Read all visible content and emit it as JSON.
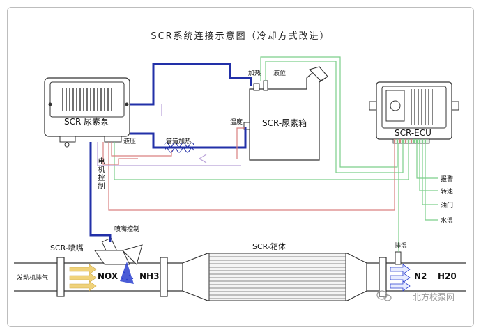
{
  "diagram": {
    "title": "SCR系统连接示意图（冷却方式改进）",
    "components": {
      "pump": "SCR-尿素泵",
      "tank": "SCR-尿素箱",
      "ecu": "SCR-ECU",
      "nozzle": "SCR-喷嘴",
      "catalyst": "SCR-箱体"
    },
    "labels": {
      "heating": "加热",
      "level": "液位",
      "temperature": "温度",
      "hydraulic": "液压",
      "pipe_heating": "管道加热",
      "motor_control": "电机控制",
      "nozzle_control": "喷嘴控制",
      "exhaust_temp": "排温",
      "engine_exhaust": "发动机排气",
      "alarm": "报警",
      "speed": "转速",
      "throttle": "油门",
      "water_temp": "水温"
    },
    "gases": {
      "nox": "NOX",
      "nh3": "NH3",
      "n2": "N2",
      "h2o": "H20"
    },
    "watermark": "北方校泵网",
    "colors": {
      "coolant_line": "#2230a8",
      "signal_green": "#7ccf8a",
      "signal_red": "#d98080",
      "signal_purple": "#b8a0d8",
      "spray_blue": "#2a3fd0",
      "gas_arrow": "#f0d27a"
    }
  }
}
